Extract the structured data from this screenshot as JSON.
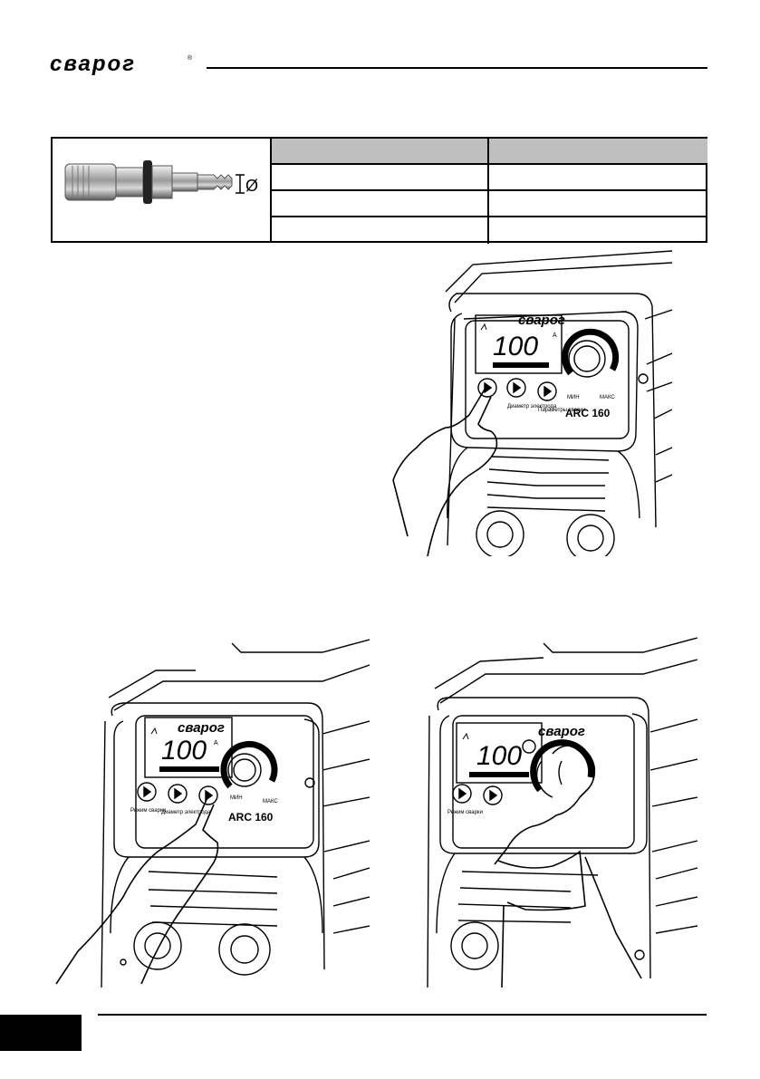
{
  "header": {
    "logo_text": "сварог",
    "logo_mark": "®"
  },
  "spec_table": {
    "diameter_symbol": "Ø",
    "columns": [
      "",
      ""
    ],
    "rows": [
      [
        "",
        ""
      ],
      [
        "",
        ""
      ],
      [
        "",
        ""
      ]
    ]
  },
  "panel": {
    "brand": "сварог",
    "display_value": "100",
    "unit": "А",
    "button_labels": {
      "mode": "Режим сварки",
      "diameter": "Диаметр электрода",
      "params": "Параметры сварки"
    },
    "knob_min": "МИН",
    "knob_max": "МАКС",
    "model": "ARC 160"
  },
  "figures": [
    {
      "id": "fig1",
      "action": "press-mode-button"
    },
    {
      "id": "fig2",
      "action": "press-params-button"
    },
    {
      "id": "fig3",
      "action": "turn-knob"
    }
  ],
  "footer": {
    "page_number": ""
  },
  "colors": {
    "text": "#000000",
    "table_head": "#bfbfbf",
    "background": "#ffffff"
  }
}
